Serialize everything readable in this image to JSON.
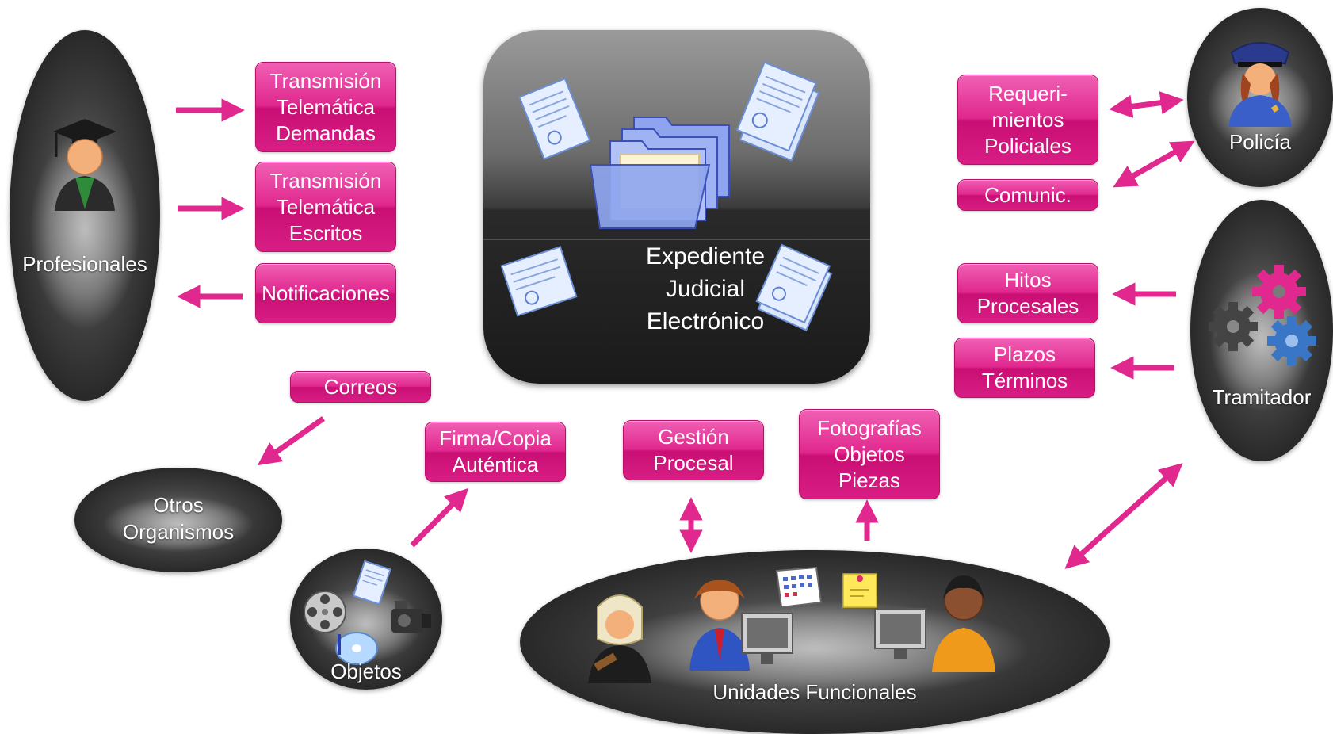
{
  "center": {
    "label": "Expediente\nJudicial\nElectrónico"
  },
  "actors": {
    "profesionales": "Profesionales",
    "policia": "Policía",
    "tramitador": "Tramitador",
    "otros": "Otros\nOrganismos",
    "objetos": "Objetos",
    "unidades": "Unidades Funcionales"
  },
  "boxes": {
    "demandas": "Transmisión\nTelemática\nDemandas",
    "escritos": "Transmisión\nTelemática\nEscritos",
    "notificaciones": "Notificaciones",
    "correos": "Correos",
    "firma": "Firma/Copia\nAuténtica",
    "gestion": "Gestión\nProcesal",
    "fotografias": "Fotografías\nObjetos\nPiezas",
    "requerimientos": "Requeri-\nmientos\nPoliciales",
    "comunic": "Comunic.",
    "hitos": "Hitos\nProcesales",
    "plazos": "Plazos\nTérminos"
  },
  "colors": {
    "accent": "#e0288e",
    "arrow": "#e0288e",
    "ellipse": "#2a2a2a"
  },
  "icons": [
    "graduate-icon",
    "police-officer-icon",
    "gears-icon",
    "folders-icon",
    "document-icon",
    "film-reel-icon",
    "camera-icon",
    "cd-icon",
    "judge-icon",
    "user-computer-icon",
    "calendar-icon",
    "sticky-note-icon"
  ]
}
